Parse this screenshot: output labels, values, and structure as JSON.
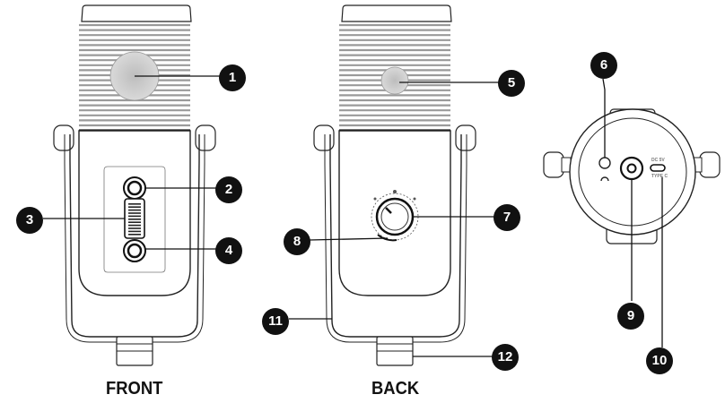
{
  "views": {
    "front": "FRONT",
    "back": "BACK"
  },
  "callouts": [
    "1",
    "2",
    "3",
    "4",
    "5",
    "6",
    "7",
    "8",
    "9",
    "10",
    "11",
    "12"
  ],
  "markings": {
    "dc_power": "DC 5V",
    "usb_type": "TYPE C"
  },
  "colors": {
    "line": "#222222",
    "badge": "#111111",
    "grille": "#9a9a9a",
    "capsule": "#cfcfcf"
  }
}
